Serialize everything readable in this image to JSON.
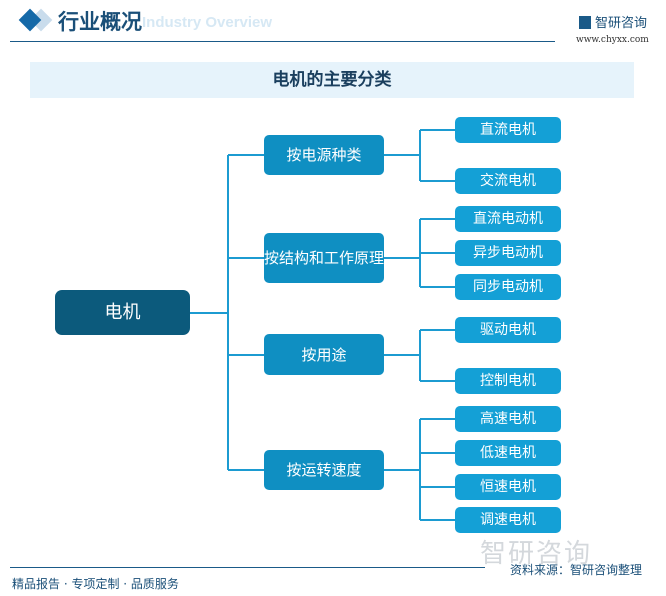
{
  "header": {
    "title": "行业概况",
    "subtitle": "Industry Overview",
    "brand": "智研咨询",
    "url": "www.chyxx.com"
  },
  "diagram": {
    "title": "电机的主要分类",
    "root": "电机",
    "groups": [
      {
        "label": "按电源种类",
        "items": [
          "直流电机",
          "交流电机"
        ]
      },
      {
        "label": "按结构和工作原理",
        "items": [
          "直流电动机",
          "异步电动机",
          "同步电动机"
        ]
      },
      {
        "label": "按用途",
        "items": [
          "驱动电机",
          "控制电机"
        ]
      },
      {
        "label": "按运转速度",
        "items": [
          "高速电机",
          "低速电机",
          "恒速电机",
          "调速电机"
        ]
      }
    ]
  },
  "footer": {
    "slogan": "精品报告 · 专项定制 · 品质服务",
    "source": "资料来源：智研咨询整理",
    "watermark": "智研咨询"
  },
  "colors": {
    "root": "#0c5a7c",
    "group": "#0f8fc2",
    "leaf": "#14a0d6",
    "line": "#1c9bd1"
  }
}
